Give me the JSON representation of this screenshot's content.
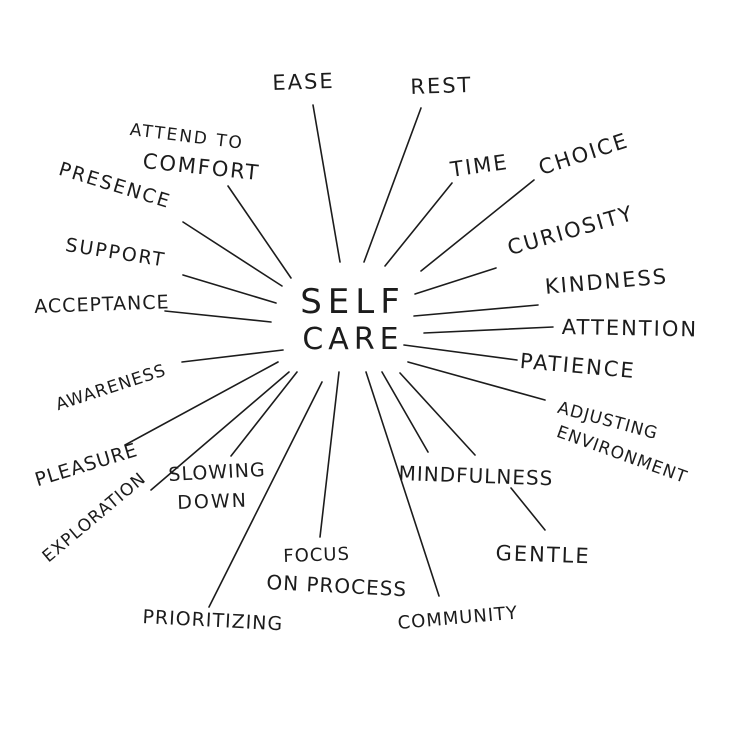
{
  "center": {
    "line1": "SELF",
    "line2": "CARE"
  },
  "labels": {
    "ease": "EASE",
    "rest": "REST",
    "attend_to_1": "ATTEND TO",
    "attend_to_2": "COMFORT",
    "time": "TIME",
    "choice": "CHOICE",
    "presence": "PRESENCE",
    "curiosity": "CURIOSITY",
    "support": "SUPPORT",
    "kindness": "KINDNESS",
    "acceptance": "ACCEPTANCE",
    "attention": "ATTENTION",
    "patience": "PATIENCE",
    "awareness": "AWARENESS",
    "adjusting_1": "ADJUSTING",
    "adjusting_2": "ENVIRONMENT",
    "pleasure": "PLEASURE",
    "exploration": "EXPLORATION",
    "slowing_1": "SLOWING",
    "slowing_2": "DOWN",
    "mindfulness": "MINDFULNESS",
    "gentle": "GENTLE",
    "focus_1": "FOCUS",
    "focus_2": "ON PROCESS",
    "prioritizing": "PRIORITIZING",
    "community": "COMMUNITY"
  },
  "colors": {
    "ink": "#1c1c1c",
    "paper": "#ffffff"
  }
}
